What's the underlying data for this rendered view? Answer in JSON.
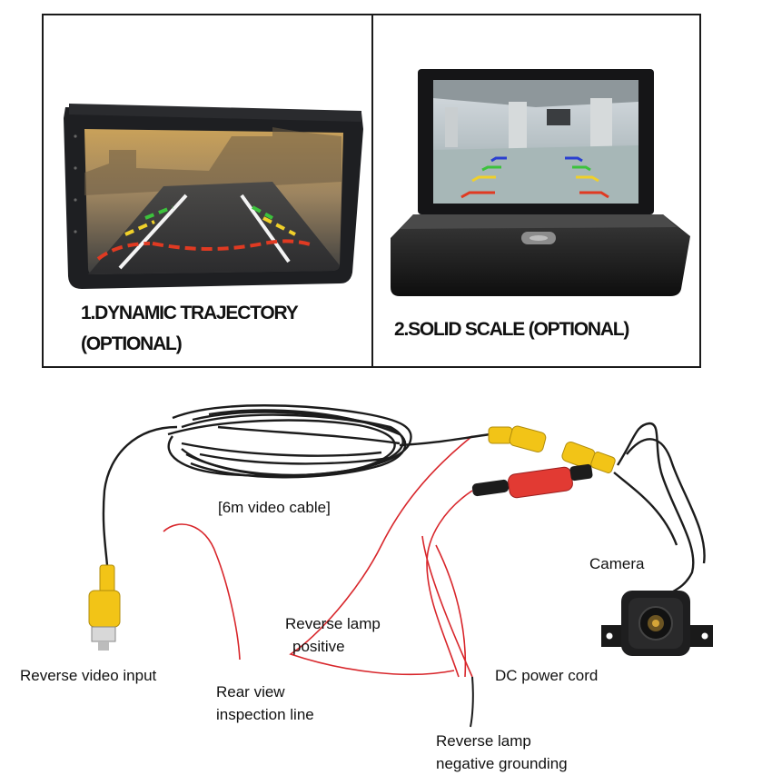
{
  "options": [
    {
      "caption_line1": "1.DYNAMIC TRAJECTORY",
      "caption_line2": "(OPTIONAL)"
    },
    {
      "caption_line1": "2.SOLID SCALE (OPTIONAL)"
    }
  ],
  "labels": {
    "video_cable": "[6m video cable]",
    "camera": "Camera",
    "reverse_lamp_positive_line1": "Reverse lamp",
    "reverse_lamp_positive_line2": "positive",
    "reverse_video_input": "Reverse video input",
    "dc_power_cord": "DC power cord",
    "rear_view_line1": "Rear view",
    "rear_view_line2": "inspection line",
    "negative_grounding_line1": "Reverse lamp",
    "negative_grounding_line2": "negative grounding"
  },
  "colors": {
    "frame": "#1a1a1a",
    "rca_yellow": "#f2c417",
    "cable": "#1c1c1c",
    "red_wire": "#d8262b",
    "guide_red": "#e03a22",
    "guide_yellow": "#f0d02a",
    "guide_green": "#3cc23c",
    "guide_blue": "#2a3fd0"
  },
  "icons": [
    "dynamic-trajectory-monitor-image",
    "solid-scale-monitor-image",
    "video-cable-image",
    "rear-camera-image",
    "rca-plug-icon",
    "dc-plug-icon"
  ]
}
